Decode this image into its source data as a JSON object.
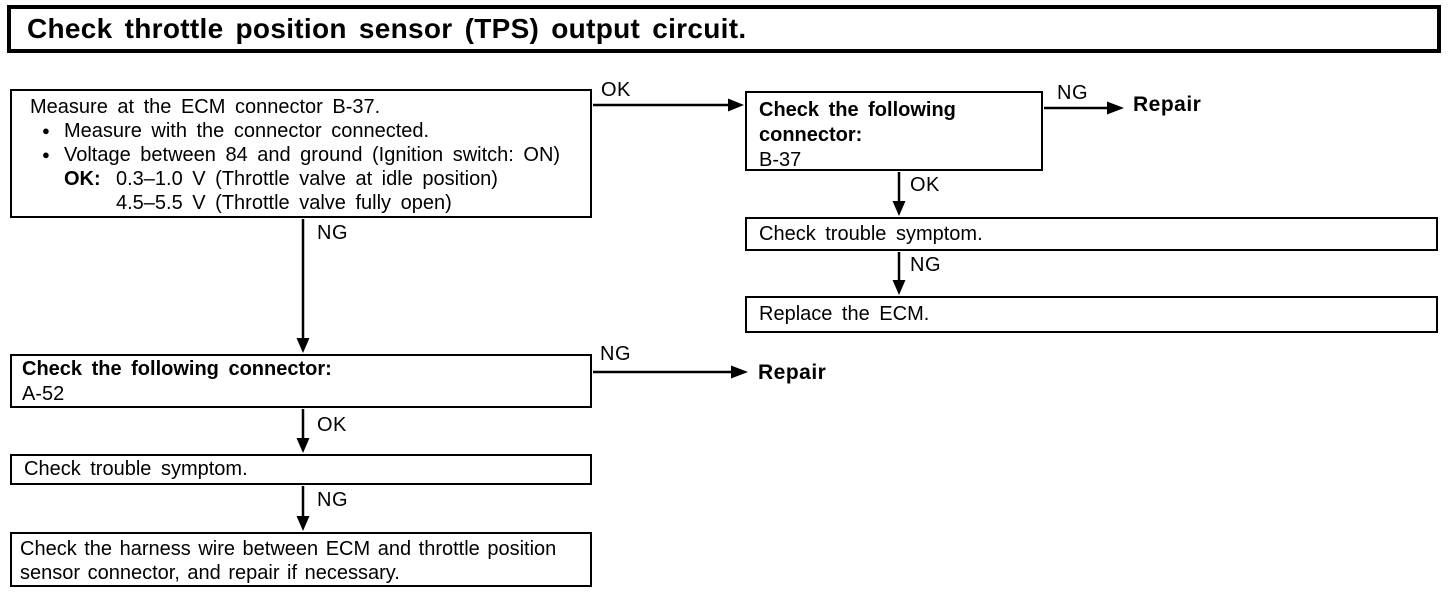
{
  "title": "Check throttle position sensor (TPS) output circuit.",
  "icons": {
    "bullet": "●"
  },
  "boxes": {
    "measure": {
      "intro": "Measure at the ECM connector B-37.",
      "bullets": [
        "Measure with the connector connected.",
        "Voltage between 84 and ground (Ignition switch: ON)"
      ],
      "ok_prefix": "OK:",
      "ok_range_idle": "0.3–1.0 V (Throttle valve at idle position)",
      "ok_range_open": "4.5–5.5 V (Throttle valve fully open)"
    },
    "connector_b37": {
      "heading": "Check the following connector:",
      "connector_id": "B-37"
    },
    "symptom_right": {
      "text": "Check trouble symptom."
    },
    "replace_ecm": {
      "text": "Replace the ECM."
    },
    "connector_a52": {
      "heading": "Check the following connector:",
      "connector_id": "A-52"
    },
    "symptom_left": {
      "text": "Check trouble symptom."
    },
    "harness": {
      "text": "Check the harness wire between ECM and throttle position sensor connector, and repair if necessary."
    }
  },
  "edges": {
    "measure_to_b37": "OK",
    "b37_to_repair": "NG",
    "b37_to_symptom": "OK",
    "symptom_to_replace": "NG",
    "measure_to_a52": "NG",
    "a52_to_repair": "NG",
    "a52_to_symptom": "OK",
    "symptom_to_harness": "NG"
  },
  "terminals": {
    "repair_top": "Repair",
    "repair_left": "Repair"
  },
  "colors": {
    "ink": "#000000",
    "paper": "#ffffff"
  }
}
